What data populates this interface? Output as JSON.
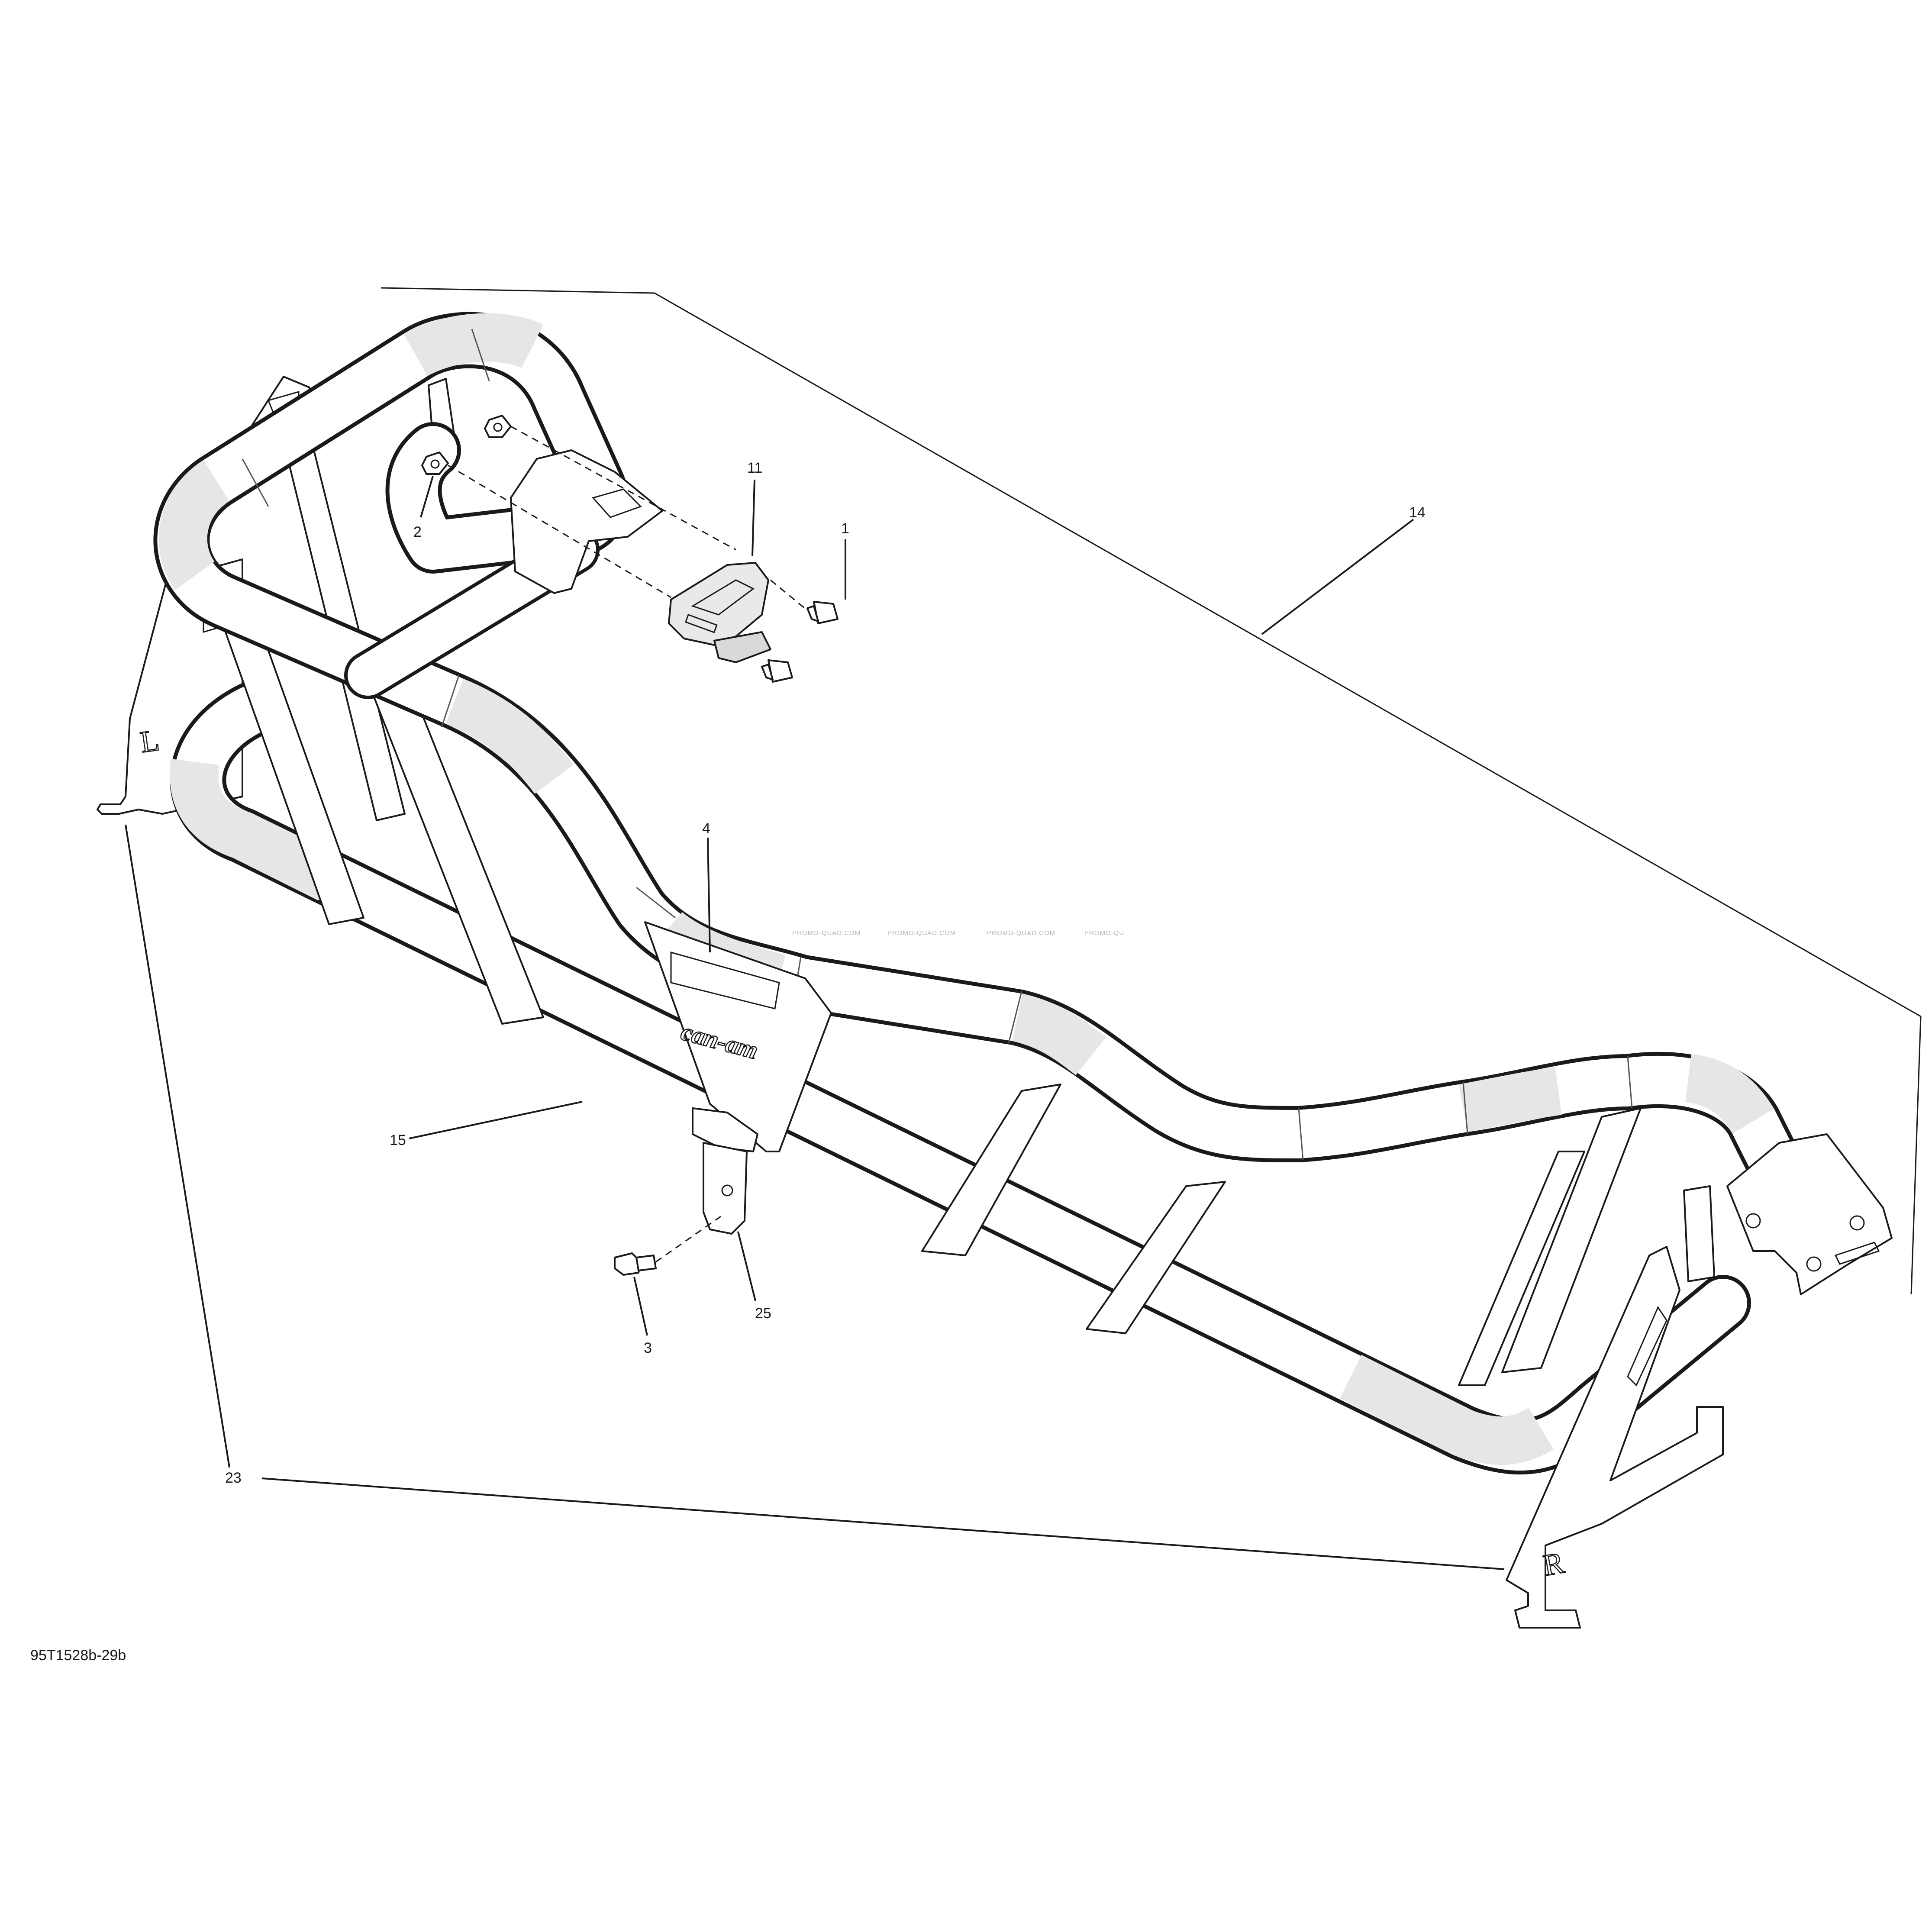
{
  "callouts": {
    "c1": "1",
    "c2": "2",
    "c3": "3",
    "c4": "4",
    "c11": "11",
    "c14": "14",
    "c15": "15",
    "c23": "23",
    "c25": "25"
  },
  "reference_code": "95T1528b-29b",
  "watermarks": [
    "PROMO-QUAD.COM",
    "PROMO-QUAD.COM",
    "PROMO-QUAD.COM",
    "PROMO-QU"
  ],
  "brand_label": "can-am",
  "side_marks": {
    "left": "L",
    "right": "R"
  }
}
